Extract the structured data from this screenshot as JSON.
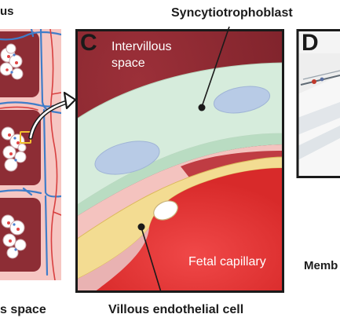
{
  "panel_b": {
    "top_label_fragment": "us",
    "bottom_label_fragment": "s space"
  },
  "panel_c": {
    "letter": "C",
    "syncytiotrophoblast_label": "Syncytiotrophoblast",
    "intervillous_label_line1": "Intervillous",
    "intervillous_label_line2": "space",
    "fetal_capillary_label": "Fetal capillary",
    "endothelial_label": "Villous endothelial cell"
  },
  "panel_d": {
    "letter": "D",
    "label_fragment": "Memb"
  },
  "colors": {
    "maternal_blood": "#8c2a33",
    "syncytiotrophoblast": "#d8eddd",
    "nucleus": "#b8cbe6",
    "basement_membrane": "#f3bdb9",
    "endothelium": "#f2dc92",
    "fetal_capillary": "#e63535",
    "villous_pink": "#f5c8c2",
    "vessel_blue": "#3f7dc9"
  }
}
